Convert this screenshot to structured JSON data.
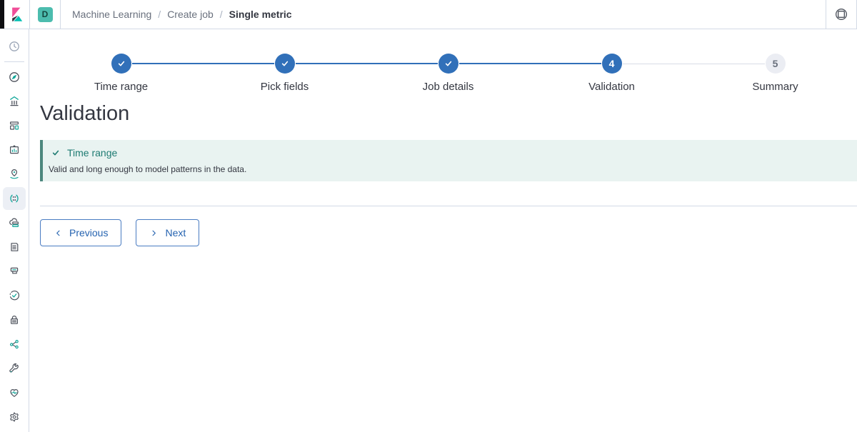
{
  "topbar": {
    "logo_icon": "kibana-logo",
    "space_badge": "D",
    "separator": "/",
    "breadcrumbs": [
      {
        "label": "Machine Learning",
        "current": false
      },
      {
        "label": "Create job",
        "current": false
      },
      {
        "label": "Single metric",
        "current": true
      }
    ],
    "help_icon": "lifebuoy-help-icon"
  },
  "sidebar": {
    "items": [
      {
        "name": "recently-viewed",
        "icon": "clock-icon",
        "symbol": "i-clock",
        "selected": false,
        "divider_after": true
      },
      {
        "name": "discover",
        "icon": "compass-icon",
        "symbol": "i-compass",
        "selected": false
      },
      {
        "name": "visualize",
        "icon": "chart-icon",
        "symbol": "i-visualize",
        "selected": false
      },
      {
        "name": "dashboard",
        "icon": "dashboard-icon",
        "symbol": "i-dashboard",
        "selected": false
      },
      {
        "name": "canvas",
        "icon": "canvas-icon",
        "symbol": "i-canvas",
        "selected": false
      },
      {
        "name": "maps",
        "icon": "map-pin-icon",
        "symbol": "i-maps",
        "selected": false
      },
      {
        "name": "machine-learning",
        "icon": "ml-icon",
        "symbol": "i-ml",
        "selected": true
      },
      {
        "name": "infrastructure",
        "icon": "cloud-stack-icon",
        "symbol": "i-infra",
        "selected": false
      },
      {
        "name": "logs",
        "icon": "scroll-icon",
        "symbol": "i-logs",
        "selected": false
      },
      {
        "name": "apm",
        "icon": "trace-icon",
        "symbol": "i-apm",
        "selected": false
      },
      {
        "name": "uptime",
        "icon": "uptime-check-icon",
        "symbol": "i-uptime",
        "selected": false
      },
      {
        "name": "siem",
        "icon": "lock-icon",
        "symbol": "i-lock",
        "selected": false
      },
      {
        "name": "graph",
        "icon": "graph-nodes-icon",
        "symbol": "i-graph",
        "selected": false
      },
      {
        "name": "dev-tools",
        "icon": "wrench-icon",
        "symbol": "i-wrench",
        "selected": false
      },
      {
        "name": "stack-monitoring",
        "icon": "heartbeat-icon",
        "symbol": "i-heart",
        "selected": false
      },
      {
        "name": "management",
        "icon": "gear-icon",
        "symbol": "i-gear",
        "selected": false
      }
    ]
  },
  "stepper": {
    "steps": [
      {
        "label": "Time range",
        "status": "complete",
        "icon": "check-icon"
      },
      {
        "label": "Pick fields",
        "status": "complete",
        "icon": "check-icon"
      },
      {
        "label": "Job details",
        "status": "complete",
        "icon": "check-icon"
      },
      {
        "label": "Validation",
        "status": "active",
        "number": "4"
      },
      {
        "label": "Summary",
        "status": "incomplete",
        "number": "5"
      }
    ]
  },
  "page": {
    "title": "Validation"
  },
  "callout": {
    "icon": "check-icon",
    "title": "Time range",
    "body": "Valid and long enough to model patterns in the data."
  },
  "actions": {
    "previous": {
      "icon": "chevron-left-icon",
      "label": "Previous"
    },
    "next": {
      "icon": "chevron-right-icon",
      "label": "Next"
    }
  },
  "colors": {
    "primary_blue": "#3170b9",
    "button_blue": "#2563b0",
    "success_teal": "#1e7b72",
    "callout_bg": "#e9f3f1",
    "badge_teal": "#4cbcae",
    "border_grey": "#d3dae6",
    "incomplete_grey": "#ebedf3"
  }
}
